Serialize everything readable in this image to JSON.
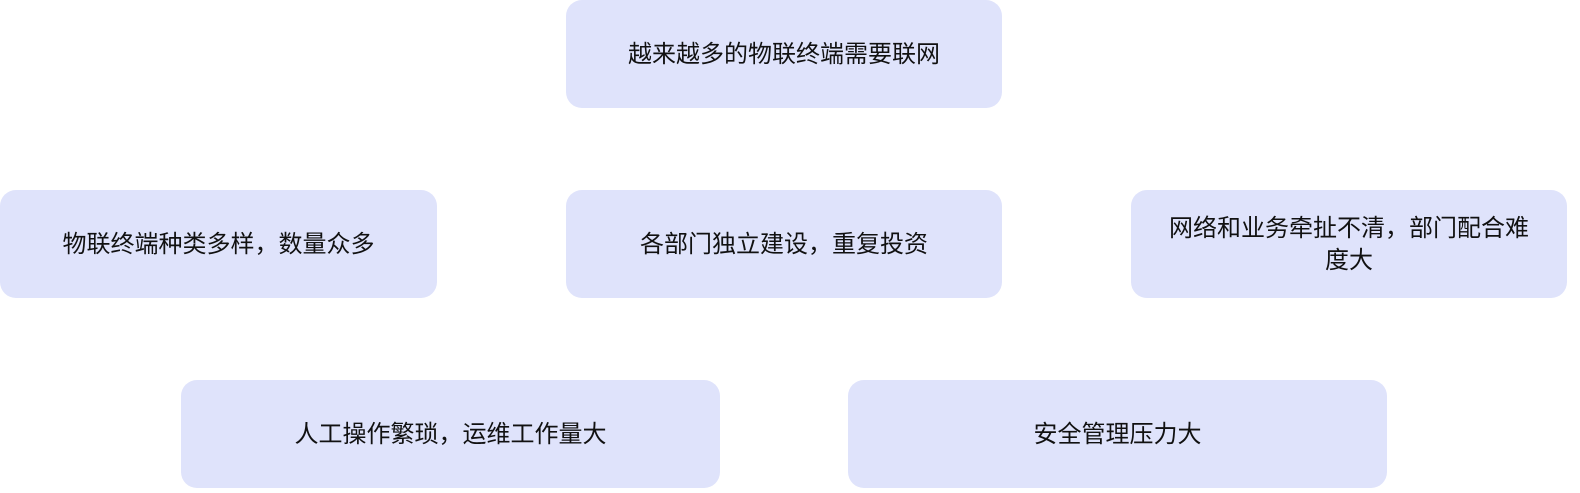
{
  "nodes": [
    {
      "id": "root",
      "text": "越来越多的物联终端需要联网"
    },
    {
      "id": "diverse-terminals",
      "text": "物联终端种类多样，数量众多"
    },
    {
      "id": "independent-build",
      "text": "各部门独立建设，重复投资"
    },
    {
      "id": "coordination",
      "text": "网络和业务牵扯不清，部门配合难度大"
    },
    {
      "id": "manual-ops",
      "text": "人工操作繁琐，运维工作量大"
    },
    {
      "id": "security",
      "text": "安全管理压力大"
    }
  ],
  "colors": {
    "node_fill": "#dfe3fb",
    "text": "#111111"
  }
}
